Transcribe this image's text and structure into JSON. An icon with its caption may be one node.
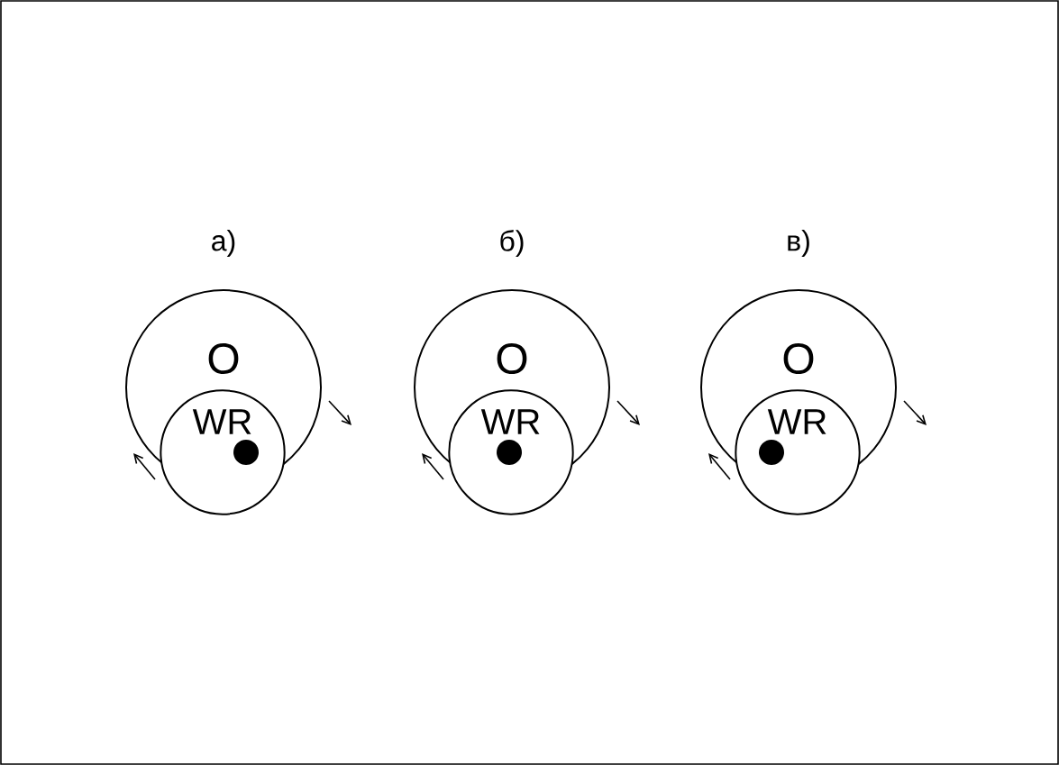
{
  "diagram": {
    "nodes": [
      {
        "text": [
          "O"
        ]
      },
      {
        "text": [
          "WR"
        ]
      },
      {
        "text": [
          "O"
        ]
      },
      {
        "text": [
          "WR"
        ]
      },
      {
        "text": [
          "O"
        ]
      },
      {
        "text": [
          "WR"
        ]
      }
    ],
    "labels": [
      "а)",
      "б)",
      "в)"
    ]
  }
}
